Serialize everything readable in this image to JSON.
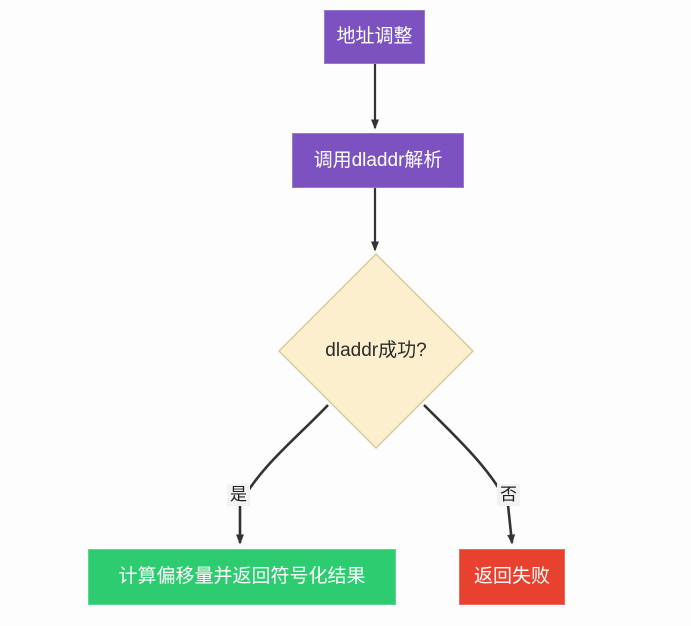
{
  "diagram": {
    "type": "flowchart",
    "direction": "top-to-bottom",
    "background_color": "#fdfdfd",
    "edge_color": "#333333",
    "nodes": [
      {
        "id": "start",
        "label": "地址调整",
        "shape": "rectangle",
        "fill": "#7b52c0",
        "stroke": "#9a77d0",
        "text_color": "#ffffff"
      },
      {
        "id": "call",
        "label": "调用dladdr解析",
        "shape": "rectangle",
        "fill": "#7b52c0",
        "stroke": "#9a77d0",
        "text_color": "#ffffff"
      },
      {
        "id": "decision",
        "label": "dladdr成功?",
        "shape": "diamond",
        "fill": "#fbefce",
        "stroke": "#d6c79a",
        "text_color": "#2b2b2b"
      },
      {
        "id": "success",
        "label": "计算偏移量并返回符号化结果",
        "shape": "rectangle",
        "fill": "#2ecc71",
        "stroke": "#57d78c",
        "text_color": "#ffffff"
      },
      {
        "id": "fail",
        "label": "返回失败",
        "shape": "rectangle",
        "fill": "#e8412f",
        "stroke": "#ee6a5b",
        "text_color": "#ffffff"
      }
    ],
    "edges": [
      {
        "from": "start",
        "to": "call",
        "label": "",
        "arrow": "arrowhead"
      },
      {
        "from": "call",
        "to": "decision",
        "label": "",
        "arrow": "arrowhead"
      },
      {
        "from": "decision",
        "to": "success",
        "label": "是",
        "arrow": "arrowhead"
      },
      {
        "from": "decision",
        "to": "fail",
        "label": "否",
        "arrow": "arrowhead"
      }
    ]
  }
}
